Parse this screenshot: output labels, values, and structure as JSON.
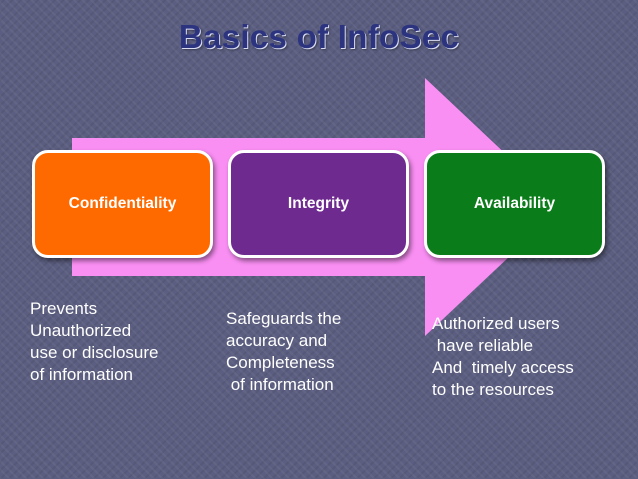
{
  "title": "Basics of InfoSec",
  "colors": {
    "background": "#5b5e80",
    "title": "#2c3480",
    "arrow": "#f98ef3",
    "confidentiality": "#ff6a00",
    "integrity": "#6e2a8e",
    "availability": "#0a7d1a",
    "text": "#ffffff"
  },
  "pillars": [
    {
      "label": "Confidentiality",
      "description": "Prevents\nUnauthorized\nuse or disclosure\nof information"
    },
    {
      "label": "Integrity",
      "description": "Safeguards the\naccuracy and\nCompleteness\n of information"
    },
    {
      "label": "Availability",
      "description": "Authorized users\n have reliable\nAnd  timely access\nto the resources"
    }
  ]
}
